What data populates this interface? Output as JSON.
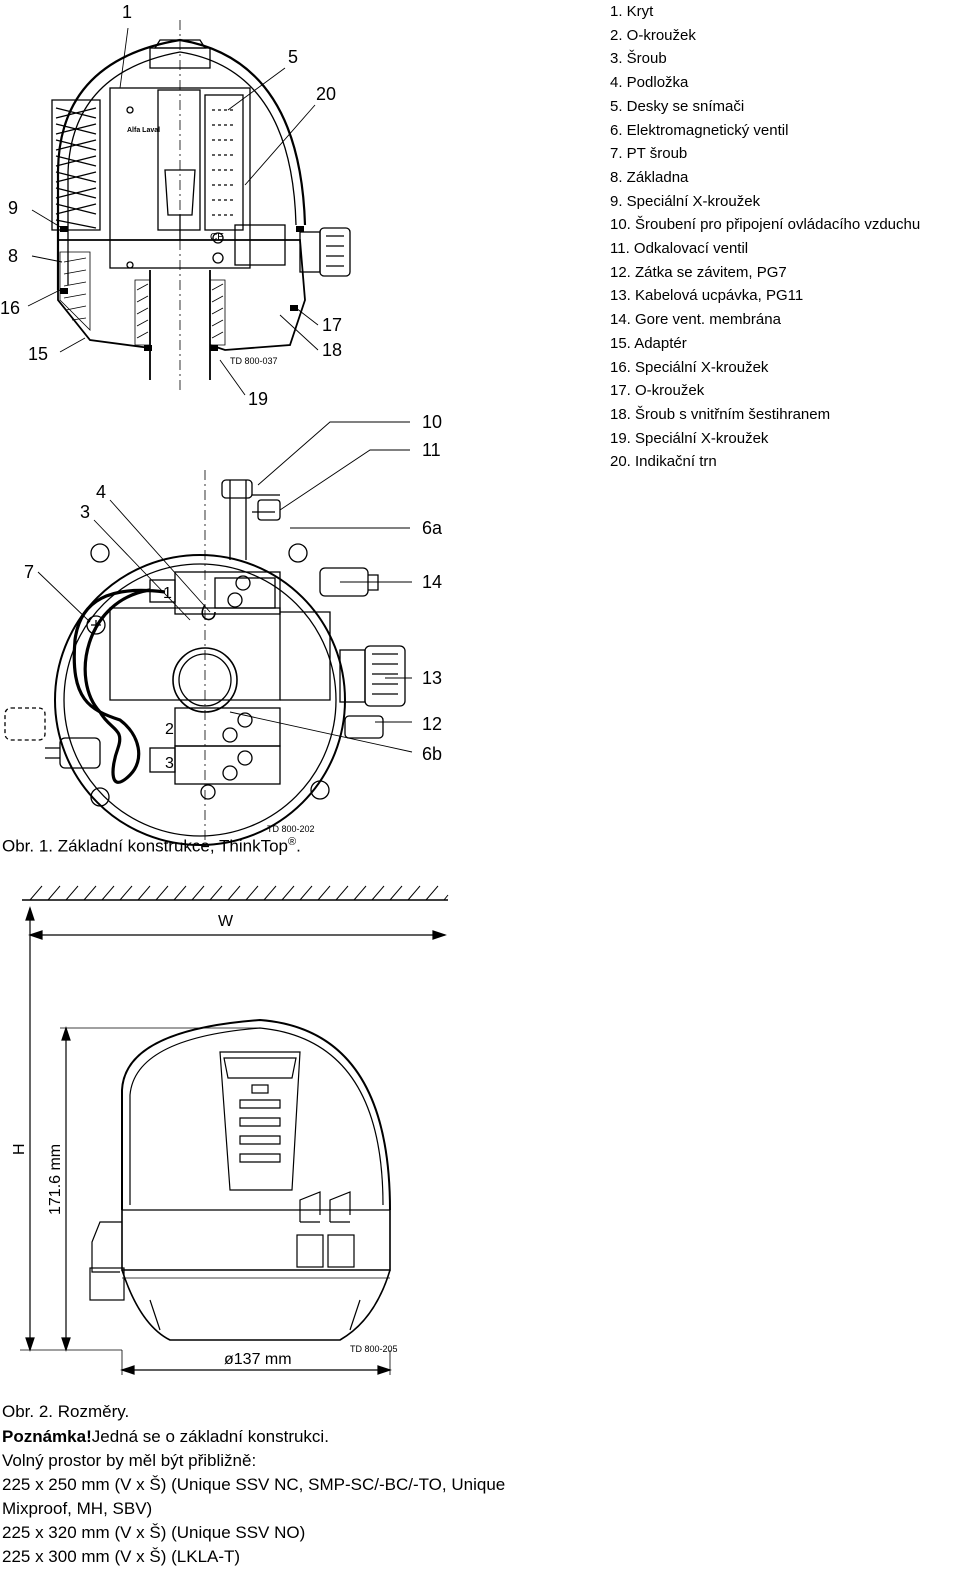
{
  "figure1": {
    "top_callouts": [
      "1",
      "5",
      "20",
      "9",
      "8",
      "16",
      "15",
      "17",
      "18",
      "19"
    ],
    "drawing_code_top": "TD 800-037",
    "logo_text": "Alfa Laval",
    "ce_mark": "CE",
    "bottom_callouts": [
      "10",
      "11",
      "4",
      "3",
      "6a",
      "7",
      "14",
      "1",
      "13",
      "2",
      "12",
      "6b",
      "3"
    ],
    "drawing_code_bottom": "TD 800-202",
    "caption": "Obr. 1. Základní konstrukce, ThinkTop",
    "caption_mark": "®",
    "caption_end": "."
  },
  "parts": [
    "1. Kryt",
    "2. O-kroužek",
    "3. Šroub",
    "4. Podložka",
    "5. Desky se snímači",
    "6. Elektromagnetický ventil",
    "7. PT šroub",
    "8. Základna",
    "9. Speciální X-kroužek",
    "10. Šroubení pro připojení ovládacího vzduchu",
    "11. Odkalovací ventil",
    "12. Zátka se závitem, PG7",
    "13. Kabelová ucpávka, PG11",
    "14. Gore vent. membrána",
    "15. Adaptér",
    "16. Speciální X-kroužek",
    "17. O-kroužek",
    "18. Šroub s vnitřním šestihranem",
    "19. Speciální X-kroužek",
    "20. Indikační trn"
  ],
  "figure2": {
    "width_label": "W",
    "height_label": "H",
    "height_dim": "171.6 mm",
    "diameter_dim": "ø137 mm",
    "drawing_code": "TD 800-205",
    "caption": "Obr. 2. Rozměry."
  },
  "note": {
    "label": "Poznámka!",
    "text": "Jedná se o základní konstrukci.",
    "lines": [
      "Volný prostor by měl být přibližně:",
      "225 x 250 mm (V x Š) (Unique SSV NC, SMP-SC/-BC/-TO, Unique",
      "Mixproof, MH, SBV)",
      "225 x 320 mm (V x Š) (Unique SSV NO)",
      "225 x 300 mm (V x Š) (LKLA-T)"
    ]
  }
}
